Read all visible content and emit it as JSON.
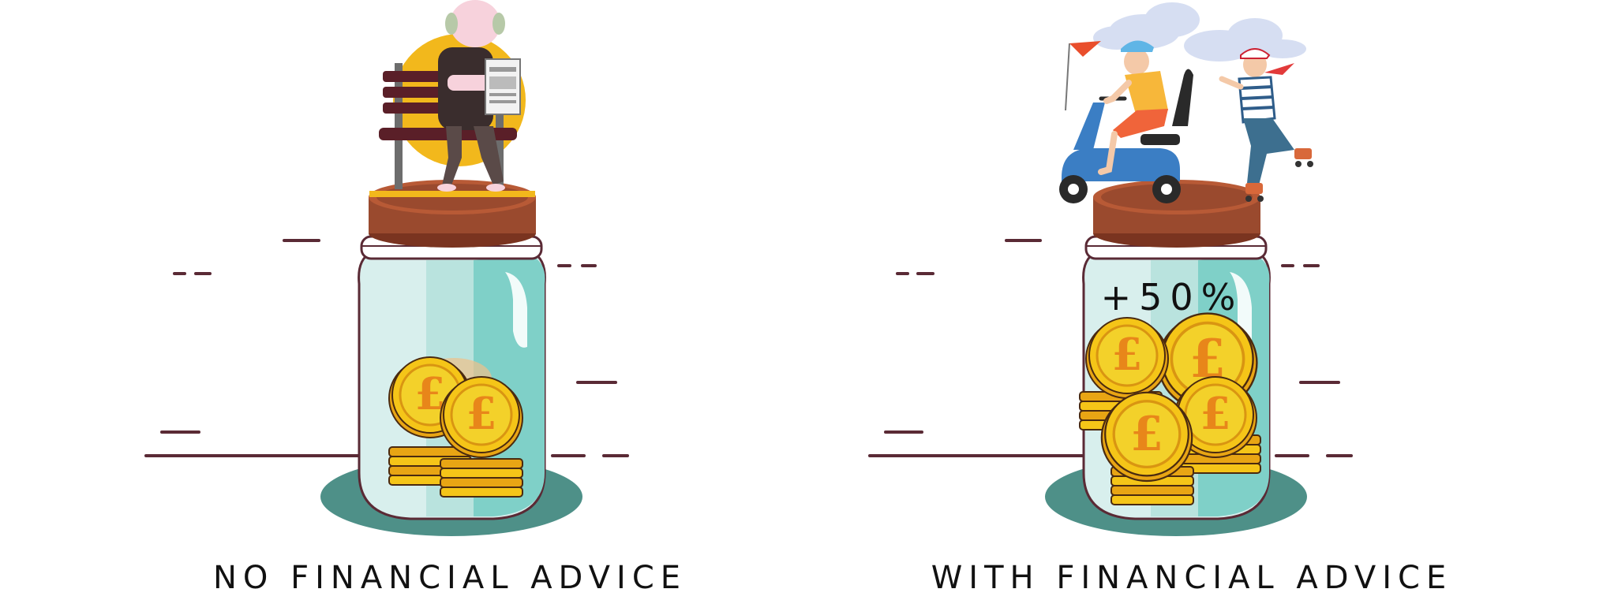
{
  "panels": {
    "left": {
      "caption": "NO FINANCIAL ADVICE",
      "scene": "elderly man reading newspaper on a bench",
      "coin_symbol": "£"
    },
    "right": {
      "caption": "WITH FINANCIAL ADVICE",
      "growth_label": "+50%",
      "scene": "elderly couple on mobility scooter and roller skates",
      "coin_symbol": "£"
    }
  },
  "colors": {
    "jar_glass": "#d8efed",
    "jar_glass_dark": "#7fd0c8",
    "jar_outline": "#5a2a35",
    "lid": "#9a4a2e",
    "lid_dark": "#7a3420",
    "base_ellipse": "#4e9088",
    "coin_gold": "#f5c518",
    "coin_orange": "#e8861a",
    "motion_lines": "#5a2a35",
    "sun": "#f2b81c"
  },
  "icons": [
    "pound-coin-icon",
    "elderly-man-icon",
    "bench-icon",
    "newspaper-icon",
    "mobility-scooter-icon",
    "roller-skater-icon",
    "cloud-icon",
    "flag-icon"
  ]
}
